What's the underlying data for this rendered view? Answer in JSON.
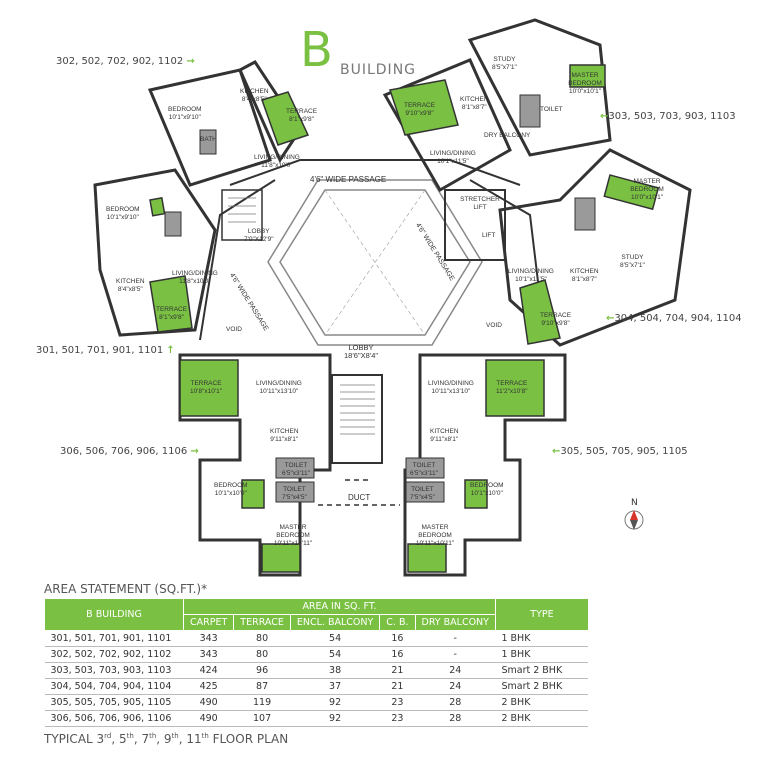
{
  "title": {
    "letter": "B",
    "word": "BUILDING"
  },
  "units": {
    "u302": "302, 502, 702, 902, 1102",
    "u303": "303, 503, 703, 903, 1103",
    "u304": "304, 504, 704, 904, 1104",
    "u301": "301, 501, 701, 901, 1101",
    "u306": "306, 506, 706, 906, 1106",
    "u305": "305, 505, 705, 905, 1105"
  },
  "rooms": {
    "bedroom_a_name": "BEDROOM",
    "bedroom_a_dim": "10'1\"x9'10\"",
    "kitchen_a_name": "KITCHEN",
    "kitchen_a_dim": "8'4\"x8'5\"",
    "terrace_a_name": "TERRACE",
    "terrace_a_dim": "8'1\"x9'8\"",
    "living_a_name": "LIVING/DINING",
    "living_a_dim": "11'8\"x10'0\"",
    "bath_a": "BATH",
    "bedroom_b_name": "BEDROOM",
    "bedroom_b_dim": "10'1\"x9'10\"",
    "kitchen_b_name": "KITCHEN",
    "kitchen_b_dim": "8'4\"x8'5\"",
    "terrace_b_name": "TERRACE",
    "terrace_b_dim": "8'1\"x9'8\"",
    "living_b_name": "LIVING/DINING",
    "living_b_dim": "11'8\"x10'0\"",
    "lobby_w_name": "LOBBY",
    "lobby_w_dim": "7'0\"X12'9\"",
    "passage_top": "4'6\" WIDE PASSAGE",
    "passage_right": "4'6\" WIDE PASSAGE",
    "passage_left": "4'6\" WIDE PASSAGE",
    "void_left": "VOID",
    "void_right": "VOID",
    "lobby_c_name": "LOBBY",
    "lobby_c_dim": "18'6\"X8'4\"",
    "study_a_name": "STUDY",
    "study_a_dim": "8'5\"x7'1\"",
    "master_a_name": "MASTER BEDROOM",
    "master_a_dim": "10'0\"x10'1\"",
    "kitchen_c_name": "KITCHEN",
    "kitchen_c_dim": "8'1\"x8'7\"",
    "terrace_c_name": "TERRACE",
    "terrace_c_dim": "9'10\"x9'8\"",
    "living_c_name": "LIVING/DINING",
    "living_c_dim": "10'1\"x11'5\"",
    "drybal_a": "DRY BALCONY",
    "toilet_a": "TOILET",
    "stretcher": "STRETCHER LIFT",
    "lift": "LIFT",
    "master_b_name": "MASTER BEDROOM",
    "master_b_dim": "10'0\"x10'1\"",
    "study_b_name": "STUDY",
    "study_b_dim": "8'5\"x7'1\"",
    "kitchen_d_name": "KITCHEN",
    "kitchen_d_dim": "8'1\"x8'7\"",
    "living_d_name": "LIVING/DINING",
    "living_d_dim": "10'1\"x11'5\"",
    "terrace_d_name": "TERRACE",
    "terrace_d_dim": "9'10\"x9'8\"",
    "terrace_e_name": "TERRACE",
    "terrace_e_dim": "10'8\"x10'1\"",
    "living_e_name": "LIVING/DINING",
    "living_e_dim": "10'11\"x13'10\"",
    "kitchen_e_name": "KITCHEN",
    "kitchen_e_dim": "9'11\"x8'1\"",
    "toilet_e1_name": "TOILET",
    "toilet_e1_dim": "6'5\"x3'11\"",
    "toilet_e2_name": "TOILET",
    "toilet_e2_dim": "7'5\"x4'5\"",
    "bedroom_e_name": "BEDROOM",
    "bedroom_e_dim": "10'1\"x10'0\"",
    "master_e_name": "MASTER BEDROOM",
    "master_e_dim": "10'11\"x10'11\"",
    "terrace_f_name": "TERRACE",
    "terrace_f_dim": "11'2\"x10'8\"",
    "living_f_name": "LIVING/DINING",
    "living_f_dim": "10'11\"x13'10\"",
    "kitchen_f_name": "KITCHEN",
    "kitchen_f_dim": "9'11\"x8'1\"",
    "toilet_f1_name": "TOILET",
    "toilet_f1_dim": "6'5\"x3'11\"",
    "toilet_f2_name": "TOILET",
    "toilet_f2_dim": "7'5\"x4'5\"",
    "bedroom_f_name": "BEDROOM",
    "bedroom_f_dim": "10'1\"x10'0\"",
    "master_f_name": "MASTER BEDROOM",
    "master_f_dim": "10'11\"x10'11\"",
    "duct": "DUCT",
    "compass": "N"
  },
  "area_statement": {
    "title": "AREA STATEMENT (SQ.FT.)*",
    "col_building": "B BUILDING",
    "col_area": "AREA IN SQ. FT.",
    "col_type": "TYPE",
    "sub_headers": [
      "CARPET",
      "TERRACE",
      "ENCL. BALCONY",
      "C. B.",
      "DRY BALCONY"
    ],
    "rows": [
      [
        "301, 501, 701, 901, 1101",
        "343",
        "80",
        "54",
        "16",
        "-",
        "1 BHK"
      ],
      [
        "302, 502, 702, 902, 1102",
        "343",
        "80",
        "54",
        "16",
        "-",
        "1 BHK"
      ],
      [
        "303, 503, 703, 903, 1103",
        "424",
        "96",
        "38",
        "21",
        "24",
        "Smart 2 BHK"
      ],
      [
        "304, 504, 704, 904, 1104",
        "425",
        "87",
        "37",
        "21",
        "24",
        "Smart 2 BHK"
      ],
      [
        "305, 505, 705, 905, 1105",
        "490",
        "119",
        "92",
        "23",
        "28",
        "2 BHK"
      ],
      [
        "306, 506, 706, 906, 1106",
        "490",
        "107",
        "92",
        "23",
        "28",
        "2 BHK"
      ]
    ]
  },
  "floor_note": {
    "prefix": "TYPICAL 3",
    "s1": "rd",
    "f5": ", 5",
    "s2": "th",
    "f7": ", 7",
    "s3": "th",
    "f9": ", 9",
    "s4": "th",
    "f11": ", 11",
    "s5": "th",
    "suffix": " FLOOR PLAN"
  },
  "colors": {
    "green": "#7ac143",
    "wall": "#333333",
    "grey": "#9a9a9a"
  }
}
